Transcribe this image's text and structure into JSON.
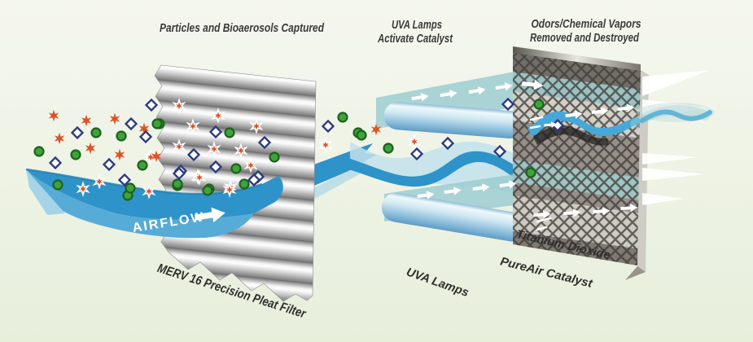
{
  "captions": {
    "filter_top": "Particles and Bioaerosols Captured",
    "lamps_top_line1": "UVA Lamps",
    "lamps_top_line2": "Activate Catalyst",
    "mesh_top_line1": "Odors/Chemical Vapors",
    "mesh_top_line2": "Removed and Destroyed"
  },
  "labels": {
    "airflow": "AIRFLOW",
    "filter": "MERV 16 Precision Pleat Filter",
    "lamps": "UVA Lamps",
    "catalyst_line1": "Titanium Dioxide",
    "catalyst_line2": "PureAir Catalyst"
  },
  "particle_legend": [
    {
      "icon": "green-circle-particle-icon",
      "meaning": "bioaerosol particle",
      "color": "#3fa33b"
    },
    {
      "icon": "orange-star-particle-icon",
      "meaning": "particle",
      "color": "#dd5226"
    },
    {
      "icon": "white-diamond-particle-icon",
      "meaning": "dust particle",
      "color": "#2c3a7d"
    }
  ],
  "colors": {
    "background_top": "#f5f7ef",
    "background_bottom": "#e7efdb",
    "airflow_ribbon_top": "#2e93c9",
    "airflow_ribbon_front": "#57abd7",
    "airflow_ribbon_side": "#a5d4e8",
    "uva_lamp_body": "#9fc9e2",
    "uva_lamp_cap": "#1b9fd8",
    "teal_air_band": "#97cbd0",
    "mesh_panel": "#8a847c",
    "label_text": "#3a3a3a"
  }
}
